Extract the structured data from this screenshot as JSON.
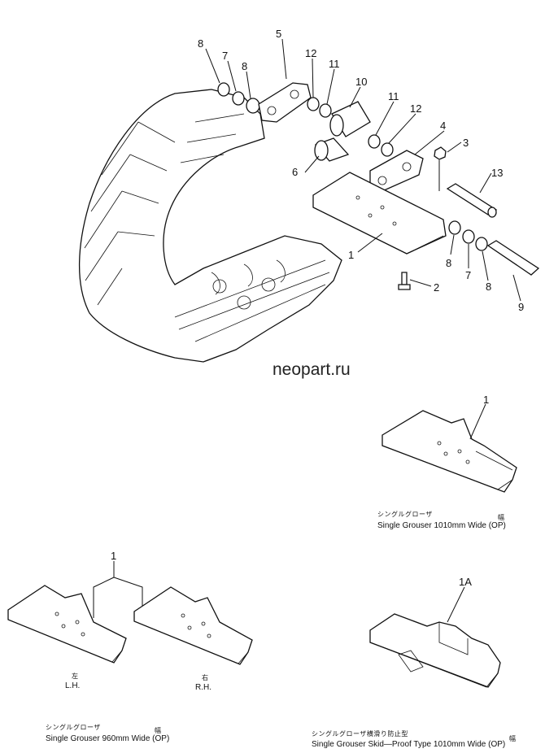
{
  "watermark": "neopart.ru",
  "callouts": {
    "c1": "1",
    "c2": "2",
    "c3": "3",
    "c4": "4",
    "c5": "5",
    "c6": "6",
    "c7": "7",
    "c8": "8",
    "c9": "9",
    "c10": "10",
    "c11": "11",
    "c12": "12",
    "c13": "13",
    "c1a": "1A"
  },
  "captions": {
    "op1010_jp": "シングルグローザ",
    "op1010_jp_width": "幅",
    "op1010_en": "Single Grouser 1010mm Wide (OP)",
    "op960_jp": "シングルグローザ",
    "op960_jp_width": "幅",
    "op960_en": "Single Grouser 960mm Wide (OP)",
    "skid_jp": "シングルグローザ横滑り防止型",
    "skid_jp_width": "幅",
    "skid_en": "Single Grouser Skid—Proof Type 1010mm Wide (OP)",
    "lh_jp": "左",
    "lh_en": "L.H.",
    "rh_jp": "右",
    "rh_en": "R.H."
  }
}
